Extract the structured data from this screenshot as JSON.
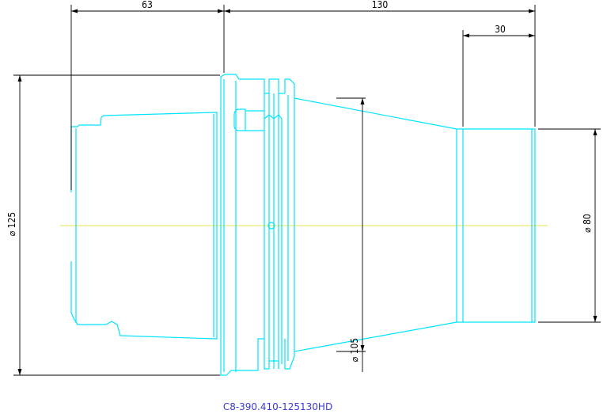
{
  "dimensions": {
    "length_shank": "63",
    "length_total": "130",
    "length_tip": "30",
    "diameter_flange": "⌀ 125",
    "diameter_cone": "⌀ 105",
    "diameter_tip": "⌀ 80"
  },
  "part_code": "C8-390.410-125130HD",
  "colors": {
    "part": "#00e5ff",
    "dimension": "#000000",
    "centerline": "#e6e64a",
    "caption": "#3a3ad6"
  }
}
